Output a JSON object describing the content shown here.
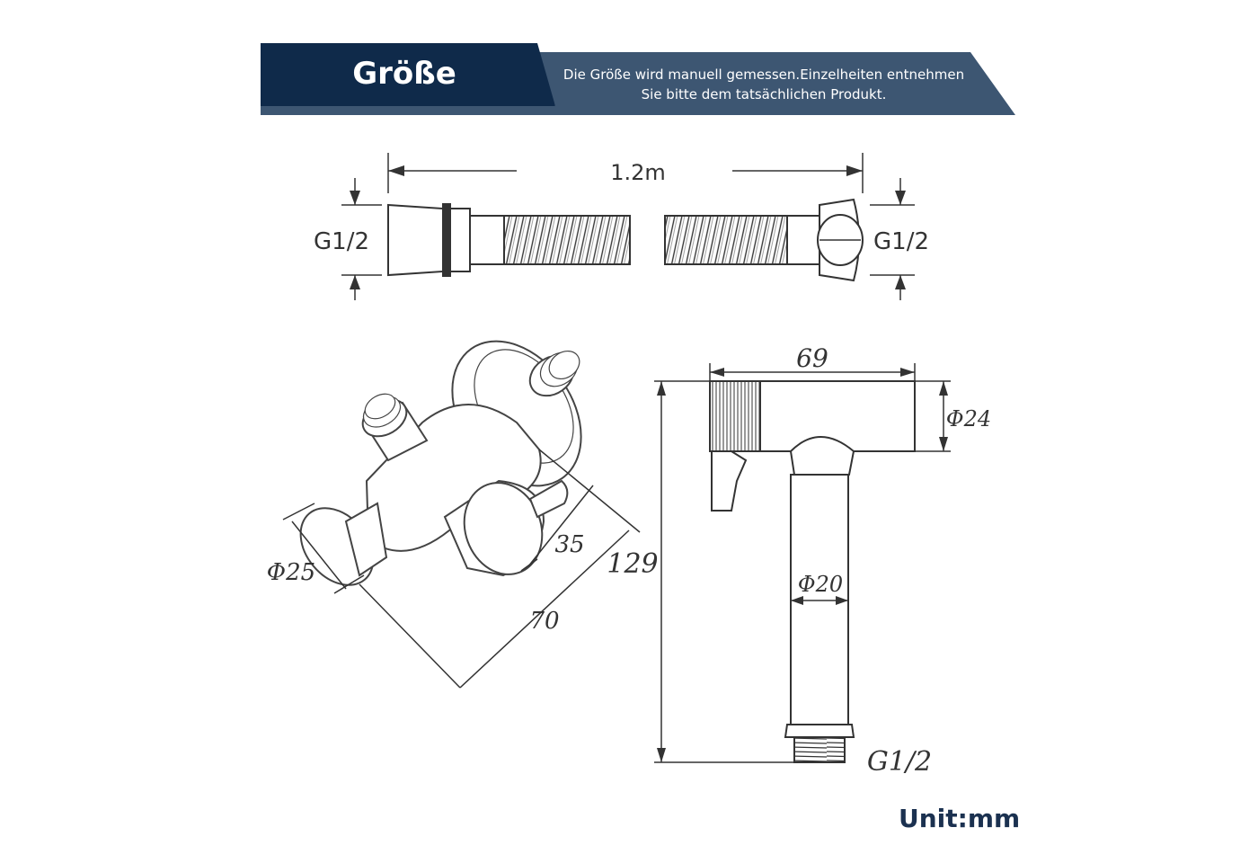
{
  "banner": {
    "title": "Größe",
    "note_line1": "Die Größe wird manuell gemessen.Einzelheiten entnehmen",
    "note_line2": "Sie bitte dem tatsächlichen Produkt.",
    "colors": {
      "dark": "#0f2a4a",
      "light": "#3d5672"
    }
  },
  "hose": {
    "length_label": "1.2m",
    "left_thread_label": "G1/2",
    "right_thread_label": "G1/2"
  },
  "valve": {
    "diameter_label": "Φ25",
    "depth_label": "35",
    "length_label": "70"
  },
  "sprayer": {
    "width_label": "69",
    "head_diameter_label": "Φ24",
    "height_label": "129",
    "stem_diameter_label": "Φ20",
    "thread_label": "G1/2"
  },
  "footer": {
    "unit_label": "Unit:mm"
  }
}
